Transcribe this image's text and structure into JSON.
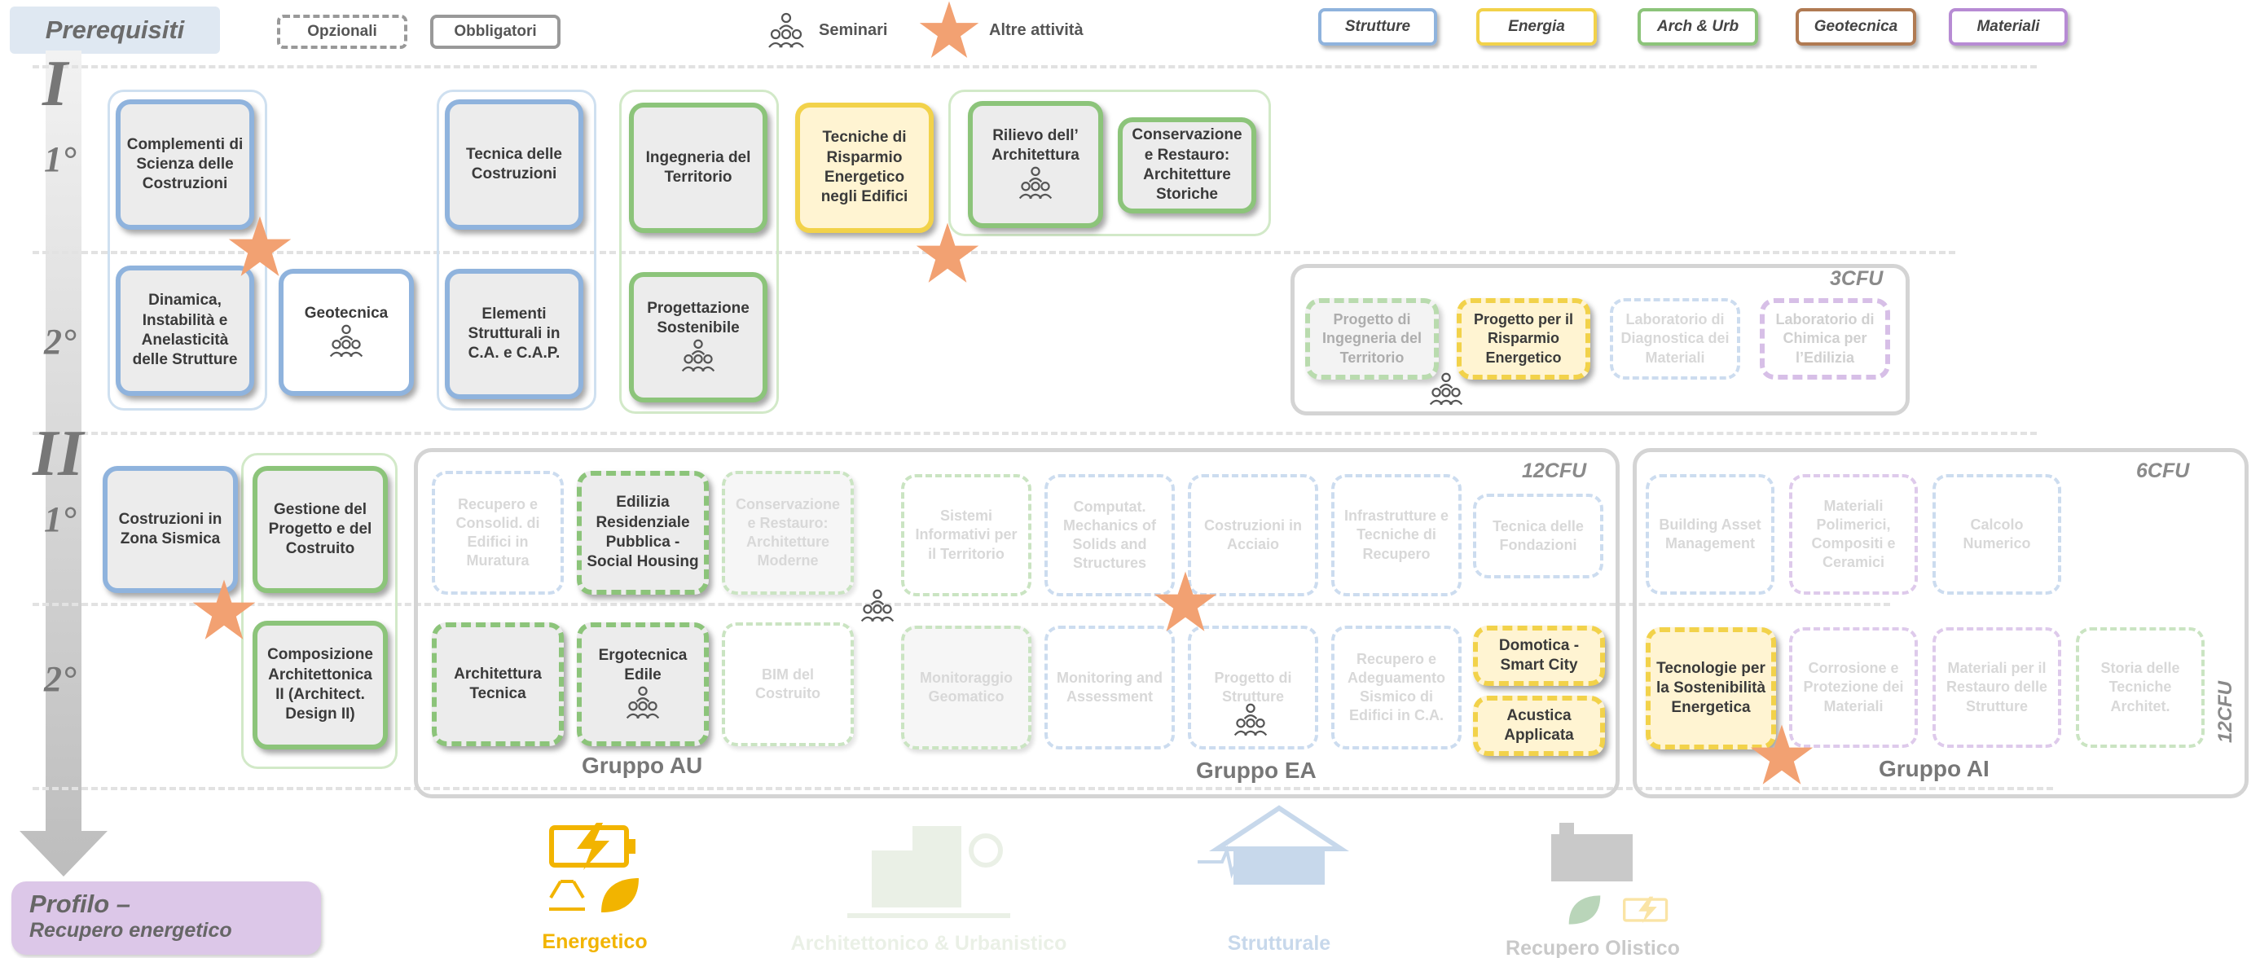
{
  "legend": {
    "prerequisiti": "Prerequisiti",
    "opzionali": "Opzionali",
    "obbligatori": "Obbligatori",
    "seminari": "Seminari",
    "altre_attivita": "Altre attività",
    "strutture": "Strutture",
    "energia": "Energia",
    "arch_urb": "Arch & Urb",
    "geotecnica": "Geotecnica",
    "materiali": "Materiali"
  },
  "years": {
    "I": "I",
    "II": "II",
    "sem1": "1°",
    "sem2": "2°"
  },
  "year1_sem1": [
    {
      "label": "Complementi di Scienza delle Costruzioni"
    },
    {
      "label": "Tecnica delle Costruzioni"
    },
    {
      "label": "Ingegneria del Territorio"
    },
    {
      "label": "Tecniche di Risparmio Energetico negli Edifici"
    },
    {
      "label": "Rilievo dell’ Architettura"
    },
    {
      "label": "Conservazione e Restauro: Architetture Storiche"
    }
  ],
  "year1_sem2": [
    {
      "label": "Dinamica, Instabilità e Anelasticità delle Strutture"
    },
    {
      "label": "Geotecnica"
    },
    {
      "label": "Elementi Strutturali in C.A. e C.A.P."
    },
    {
      "label": "Progettazione Sostenibile"
    }
  ],
  "lab_group": {
    "cfu": "3CFU",
    "items": [
      {
        "label": "Progetto di Ingegneria del Territorio"
      },
      {
        "label": "Progetto per il Risparmio Energetico"
      },
      {
        "label": "Laboratorio di Diagnostica dei Materiali"
      },
      {
        "label": "Laboratorio di Chimica per l’Edilizia"
      }
    ]
  },
  "year2_core": [
    {
      "label": "Costruzioni in Zona Sismica"
    },
    {
      "label": "Gestione del Progetto e del Costruito"
    },
    {
      "label": "Composizione Architettonica II (Architect. Design II)"
    }
  ],
  "group_au": {
    "name": "Gruppo AU",
    "items": [
      {
        "label": "Recupero e Consolid. di Edifici in Muratura"
      },
      {
        "label": "Edilizia Residenziale Pubblica - Social Housing"
      },
      {
        "label": "Conservazione e Restauro: Architetture Moderne"
      },
      {
        "label": "Architettura Tecnica"
      },
      {
        "label": "Ergotecnica Edile"
      },
      {
        "label": "BIM del Costruito"
      }
    ]
  },
  "group_ea": {
    "name": "Gruppo EA",
    "cfu": "12CFU",
    "items": [
      {
        "label": "Sistemi Informativi per il Territorio"
      },
      {
        "label": "Computat. Mechanics of Solids and Structures"
      },
      {
        "label": "Costruzioni in Acciaio"
      },
      {
        "label": "Infrastrutture e Tecniche di Recupero"
      },
      {
        "label": "Tecnica delle Fondazioni"
      },
      {
        "label": "Monitoraggio Geomatico"
      },
      {
        "label": "Monitoring and Assessment"
      },
      {
        "label": "Progetto di Strutture"
      },
      {
        "label": "Recupero e Adeguamento Sismico di Edifici in C.A."
      },
      {
        "label": "Domotica - Smart City"
      },
      {
        "label": "Acustica Applicata"
      }
    ]
  },
  "group_ai": {
    "name": "Gruppo AI",
    "cfu": "6CFU",
    "side_cfu": "12CFU",
    "items": [
      {
        "label": "Building Asset Management"
      },
      {
        "label": "Materiali Polimerici, Compositi e Ceramici"
      },
      {
        "label": "Calcolo Numerico"
      },
      {
        "label": "Tecnologie per la Sostenibilità Energetica"
      },
      {
        "label": "Corrosione e Protezione dei Materiali"
      },
      {
        "label": "Materiali per il Restauro delle Strutture"
      },
      {
        "label": "Storia delle Tecniche Architet."
      }
    ]
  },
  "profile": {
    "title": "Profilo –",
    "subtitle": "Recupero energetico",
    "options": [
      {
        "label": "Energetico"
      },
      {
        "label": "Architettonico & Urbanistico"
      },
      {
        "label": "Strutturale"
      },
      {
        "label": "Recupero Olistico"
      }
    ]
  },
  "colors": {
    "strutture": "#8fb3dd",
    "energia": "#f2d24a",
    "arch_urb": "#8cc47a",
    "geotecnica": "#b07a52",
    "materiali": "#b78bd4",
    "star": "#f2a172",
    "profile_bg": "#dcc7e8"
  }
}
